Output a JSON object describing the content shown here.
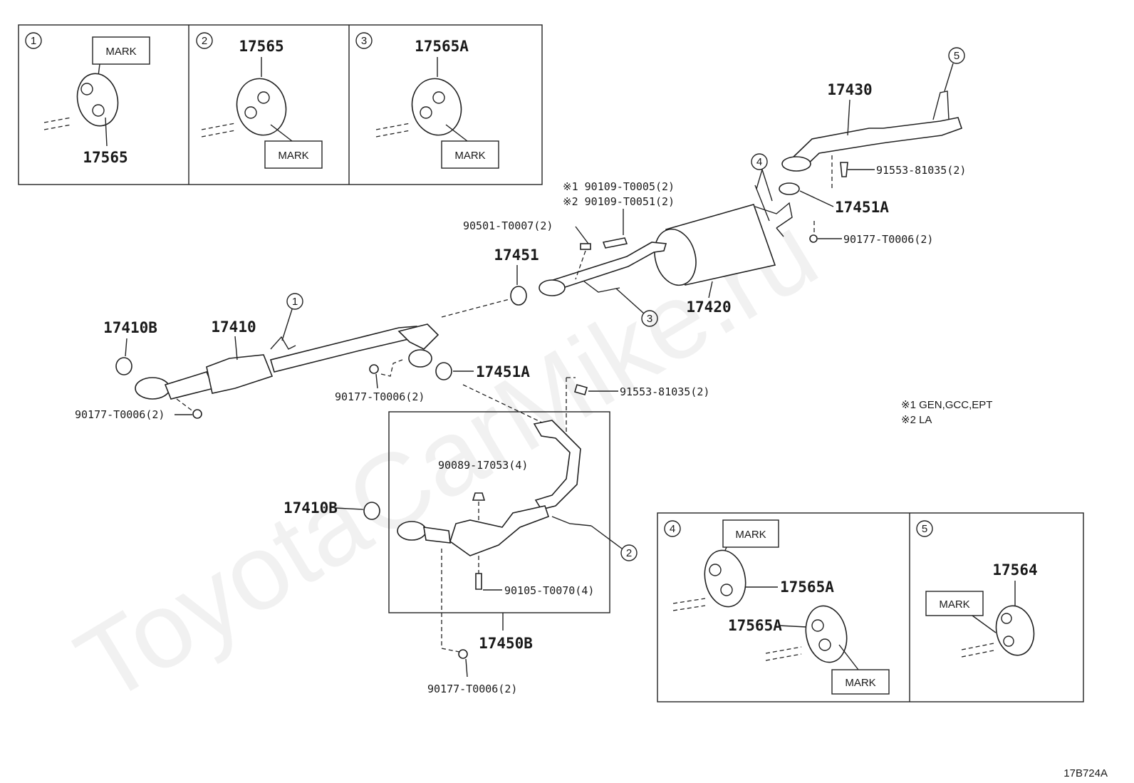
{
  "watermark": "ToyotaCarMike.ru",
  "diagram_code": "17B724A",
  "markers": [
    "1",
    "2",
    "3",
    "4",
    "5"
  ],
  "mark_label": "MARK",
  "inset_1": {
    "marker": "1",
    "part": "17565"
  },
  "inset_2": {
    "marker": "2",
    "part": "17565"
  },
  "inset_3": {
    "marker": "3",
    "part": "17565A"
  },
  "inset_4": {
    "marker": "4",
    "part_upper": "17565A",
    "part_lower": "17565A"
  },
  "inset_5": {
    "marker": "5",
    "part": "17564"
  },
  "parts": {
    "p17430": "17430",
    "p17451A_upper": "17451A",
    "p17420": "17420",
    "p17451": "17451",
    "p17410": "17410",
    "p17410B_left": "17410B",
    "p17451A_mid": "17451A",
    "p17410B_lower": "17410B",
    "p17450B": "17450B"
  },
  "fasteners": {
    "f91553_upper": "91553-81035(2)",
    "f90177_upper": "90177-T0006(2)",
    "f90109_a": "※1 90109-T0005(2)",
    "f90109_b": "※2 90109-T0051(2)",
    "f90501": "90501-T0007(2)",
    "f90177_mid": "90177-T0006(2)",
    "f90177_left": "90177-T0006(2)",
    "f91553_mid": "91553-81035(2)",
    "f90089": "90089-17053(4)",
    "f90105": "90105-T0070(4)",
    "f90177_bottom": "90177-T0006(2)"
  },
  "notes": [
    "※1 GEN,GCC,EPT",
    "※2 LA"
  ]
}
